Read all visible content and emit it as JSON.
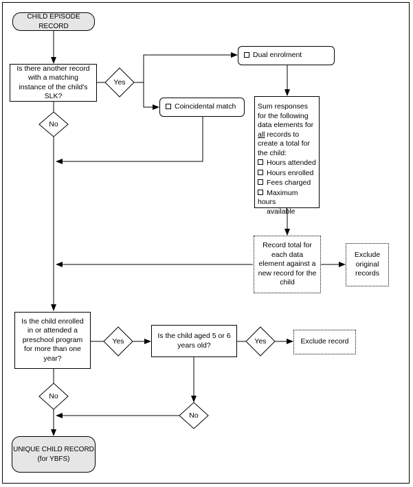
{
  "nodes": {
    "start": "CHILD EPISODE RECORD",
    "q_matching": "Is there another record with a matching instance of the child's SLK?",
    "dual": "Dual enrolment",
    "coincidental": "Coincidental match",
    "sum": {
      "intro_a": "Sum responses for the following data elements for ",
      "intro_all": "all",
      "intro_b": " records to create a total for the child:",
      "items": [
        "Hours attended",
        "Hours enrolled",
        "Fees charged",
        "Maximum hours"
      ],
      "last_cont": "available"
    },
    "record_total": "Record total for each data element against a new record for the child",
    "exclude_original": "Exclude original records",
    "q_enrolled": "Is the child enrolled in or attended a preschool program for more than one year?",
    "q_aged": "Is the child aged 5 or 6 years old?",
    "exclude_record": "Exclude record",
    "end_line1": "UNIQUE CHILD RECORD",
    "end_line2": "(for YBFS)"
  },
  "decisions": {
    "yes1": "Yes",
    "no1": "No",
    "yes2": "Yes",
    "yes3": "Yes",
    "no2": "No",
    "no3": "No"
  }
}
